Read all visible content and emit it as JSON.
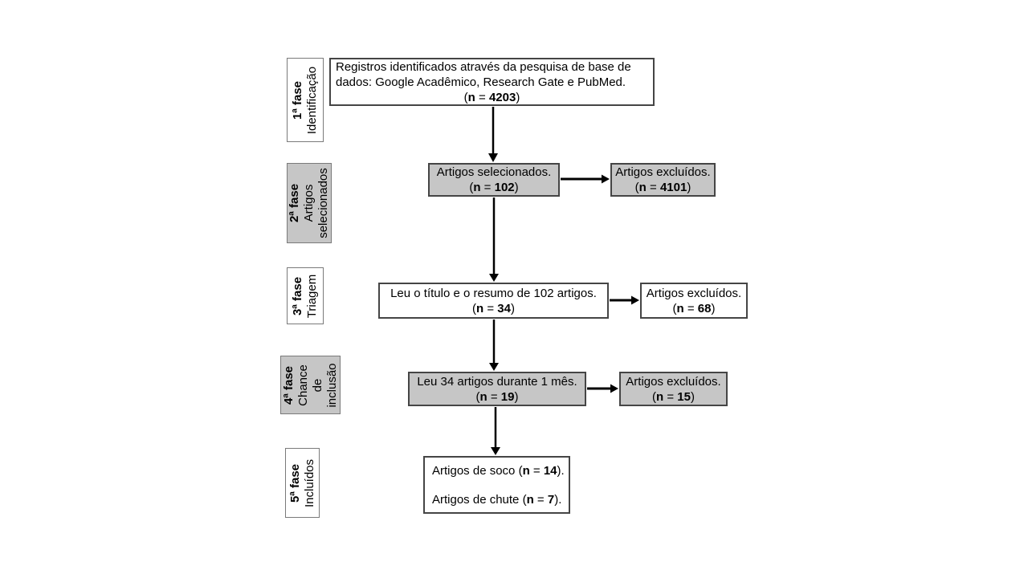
{
  "diagram": {
    "colors": {
      "background": "#ffffff",
      "box_gray": "#c6c6c6",
      "box_white": "#ffffff",
      "border_box": "#454545",
      "border_phase": "#7a7a7a",
      "arrow": "#000000",
      "text": "#000000"
    },
    "symbols": {
      "open": "(",
      "n": "n",
      "eq": " = ",
      "close": ")",
      "period": "."
    },
    "phases": [
      {
        "fase": "1ª fase",
        "lines": [
          "Identificação"
        ]
      },
      {
        "fase": "2ª fase",
        "lines": [
          "Artigos",
          "selecionados"
        ]
      },
      {
        "fase": "3ª fase",
        "lines": [
          "Triagem"
        ]
      },
      {
        "fase": "4ª fase",
        "lines": [
          "Chance",
          "de",
          "inclusão"
        ]
      },
      {
        "fase": "5ª fase",
        "lines": [
          "Incluídos"
        ]
      }
    ],
    "boxes": {
      "identification": {
        "lines": [
          "Registros identificados através da pesquisa de base de",
          "dados: Google Acadêmico, Research Gate e PubMed."
        ],
        "n": "4203"
      },
      "selected": {
        "text": "Artigos selecionados.",
        "n": "102"
      },
      "excluded_selected": {
        "text": "Artigos excluídos.",
        "n": "4101"
      },
      "screening": {
        "text": "Leu o título e o resumo de 102 artigos.",
        "n": "34"
      },
      "excluded_screening": {
        "text": "Artigos excluídos.",
        "n": "68"
      },
      "eligibility": {
        "text": "Leu 34 artigos durante 1 mês.",
        "n": "19"
      },
      "excluded_eligibility": {
        "text": "Artigos excluídos.",
        "n": "15"
      },
      "included": {
        "line1_text": "Artigos de soco ",
        "line1_n": "14",
        "line2_text": "Artigos de chute ",
        "line2_n": "7"
      }
    }
  }
}
